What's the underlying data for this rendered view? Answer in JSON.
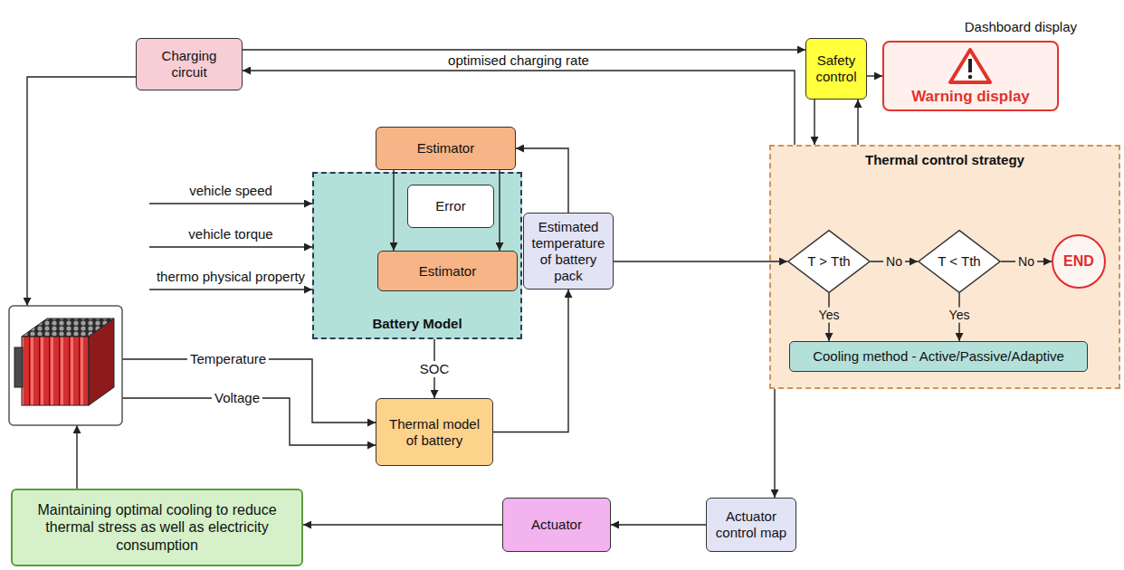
{
  "diagram": {
    "nodes": [
      {
        "text": [
          "Charging circuit"
        ]
      },
      {
        "text": [
          "Safety control"
        ]
      },
      {
        "text": [
          "Dashboard display",
          "Warning display"
        ]
      },
      {
        "text": [
          "Estimator"
        ]
      },
      {
        "text": [
          "Battery Model"
        ]
      },
      {
        "text": [
          "Error"
        ],
        "in": 4
      },
      {
        "text": [
          "Estimator"
        ],
        "in": 4
      },
      {
        "text": [
          "Estimated temperature of battery pack"
        ]
      },
      {
        "text": [
          "Thermal control strategy"
        ]
      },
      {
        "text": [
          "T > Tth"
        ],
        "in": 8
      },
      {
        "text": [
          "T < Tth"
        ],
        "in": 8
      },
      {
        "text": [
          "END"
        ],
        "in": 8
      },
      {
        "text": [
          "Cooling method - Active/Passive/Adaptive"
        ],
        "in": 8
      },
      {
        "text": [
          "Thermal model of battery"
        ]
      },
      {
        "text": [
          "Maintaining optimal cooling to reduce thermal stress as well as electricity consumption"
        ]
      },
      {
        "text": [
          "Actuator"
        ]
      },
      {
        "text": [
          "Actuator control map"
        ]
      }
    ],
    "edges": [
      {
        "from": 0,
        "to": 1,
        "arrow": "to"
      },
      {
        "from": 1,
        "to": 2,
        "arrow": "to"
      },
      {
        "from": 1,
        "to": 8,
        "arrow": "to"
      },
      {
        "from": 8,
        "to": 1,
        "arrow": "to"
      },
      {
        "from": 8,
        "to": 0,
        "label": "optimised charging rate",
        "arrow": "to"
      },
      {
        "from": 3,
        "to": 6,
        "arrow": "to"
      },
      {
        "from": 3,
        "to": 6,
        "arrow": "to"
      },
      {
        "from": 7,
        "to": 3,
        "arrow": "to"
      },
      {
        "from": 4,
        "to": 13,
        "label": "SOC",
        "arrow": "to"
      },
      {
        "from": 13,
        "to": 7,
        "arrow": "to"
      },
      {
        "from": 7,
        "to": 9,
        "arrow": "to"
      },
      {
        "from": 9,
        "to": 10,
        "label": "No",
        "arrow": "to"
      },
      {
        "from": 10,
        "to": 11,
        "label": "No",
        "arrow": "to"
      },
      {
        "from": 9,
        "to": 12,
        "label": "Yes",
        "arrow": "to"
      },
      {
        "from": 10,
        "to": 12,
        "label": "Yes",
        "arrow": "to"
      },
      {
        "from": 8,
        "to": 16,
        "arrow": "to"
      },
      {
        "from": 16,
        "to": 15,
        "arrow": "to"
      },
      {
        "from": 15,
        "to": 14,
        "arrow": "to"
      }
    ],
    "labels": [
      "vehicle speed",
      "vehicle torque",
      "thermo physical property",
      "Temperature",
      "Voltage"
    ]
  }
}
